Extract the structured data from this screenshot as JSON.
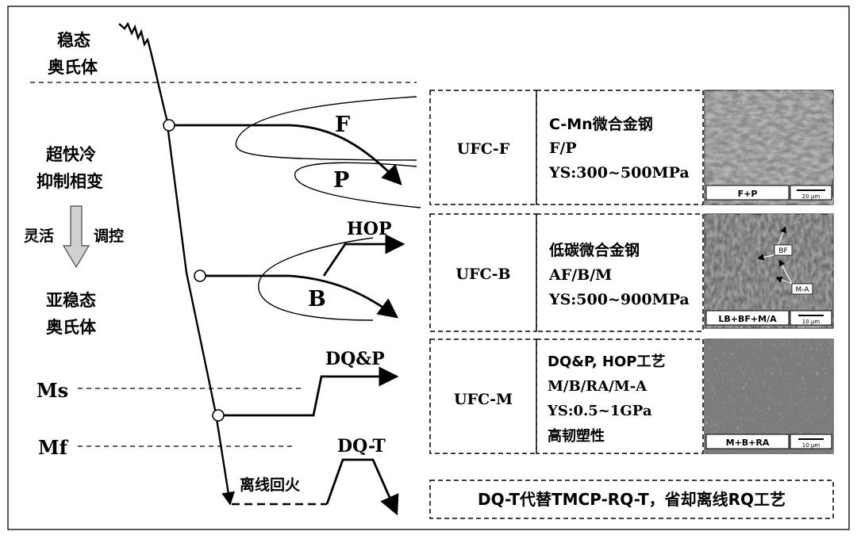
{
  "left": {
    "top_state": [
      "稳态",
      "奥氏体"
    ],
    "mid_state_a": [
      "超快冷",
      "抑制相变"
    ],
    "flex_left": "灵活",
    "flex_right": "调控",
    "mid_state_b": [
      "亚稳态",
      "奥氏体"
    ],
    "ms": "Ms",
    "mf": "Mf"
  },
  "curves": {
    "f": "F",
    "p": "P",
    "hop": "HOP",
    "b": "B",
    "dqp": "DQ&P",
    "dqt": "DQ-T",
    "offline_temper": "离线回火"
  },
  "rows": [
    {
      "code": "UFC-F",
      "lines": [
        "C-Mn微合金钢",
        "F/P",
        "YS:300~500MPa"
      ],
      "micro_label": "F+P",
      "scale": "20 μm"
    },
    {
      "code": "UFC-B",
      "lines": [
        "低碳微合金钢",
        "AF/B/M",
        "YS:500~900MPa"
      ],
      "micro_label": "LB+BF+M/A",
      "scale": "10 μm",
      "annotations": [
        "BF",
        "M-A"
      ]
    },
    {
      "code": "UFC-M",
      "lines": [
        "DQ&P, HOP工艺",
        "M/B/RA/M-A",
        "YS:0.5~1GPa",
        "高韧塑性"
      ],
      "micro_label": "M+B+RA",
      "scale": "10 μm"
    }
  ],
  "bottom_note": "DQ-T代替TMCP-RQ-T，省却离线RQ工艺"
}
